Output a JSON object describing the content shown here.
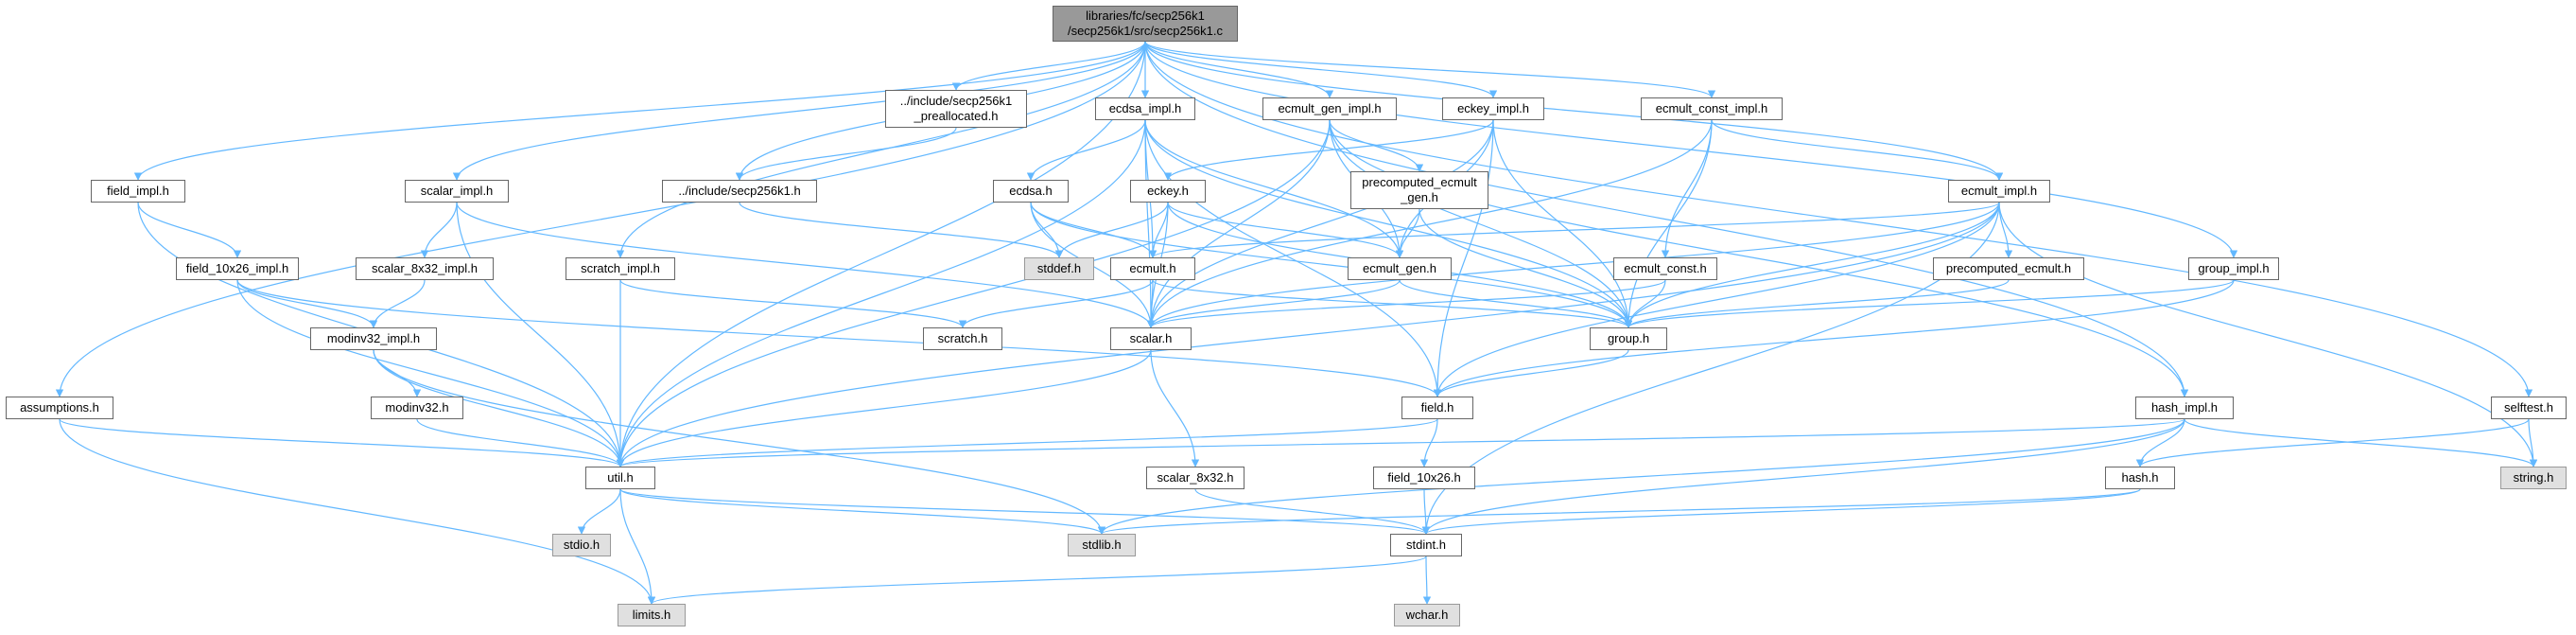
{
  "colors": {
    "edge": "#63b8ff",
    "root_fill": "#999999",
    "system_fill": "#e0e0e0",
    "node_fill": "#ffffff",
    "border": "#666666"
  },
  "nodes": {
    "root": {
      "lines": [
        "libraries/fc/secp256k1",
        "/secp256k1/src/secp256k1.c"
      ]
    },
    "assumptions_h": {
      "lines": [
        "assumptions.h"
      ]
    },
    "field_impl_h": {
      "lines": [
        "field_impl.h"
      ]
    },
    "field_10x26_impl_h": {
      "lines": [
        "field_10x26_impl.h"
      ]
    },
    "scalar_impl_h": {
      "lines": [
        "scalar_impl.h"
      ]
    },
    "scalar_8x32_impl_h": {
      "lines": [
        "scalar_8x32_impl.h"
      ]
    },
    "modinv32_impl_h": {
      "lines": [
        "modinv32_impl.h"
      ]
    },
    "modinv32_h": {
      "lines": [
        "modinv32.h"
      ]
    },
    "scratch_impl_h": {
      "lines": [
        "scratch_impl.h"
      ]
    },
    "include_secp256k1_h": {
      "lines": [
        "../include/secp256k1.h"
      ]
    },
    "include_prealloc_h": {
      "lines": [
        "../include/secp256k1",
        "_preallocated.h"
      ]
    },
    "ecdsa_impl_h": {
      "lines": [
        "ecdsa_impl.h"
      ]
    },
    "ecdsa_h": {
      "lines": [
        "ecdsa.h"
      ]
    },
    "stddef_h": {
      "lines": [
        "stddef.h"
      ]
    },
    "ecmult_gen_impl_h": {
      "lines": [
        "ecmult_gen_impl.h"
      ]
    },
    "precomputed_ecmult_gen_h": {
      "lines": [
        "precomputed_ecmult",
        "_gen.h"
      ]
    },
    "eckey_impl_h": {
      "lines": [
        "eckey_impl.h"
      ]
    },
    "eckey_h": {
      "lines": [
        "eckey.h"
      ]
    },
    "ecmult_h": {
      "lines": [
        "ecmult.h"
      ]
    },
    "ecmult_gen_h": {
      "lines": [
        "ecmult_gen.h"
      ]
    },
    "scratch_h": {
      "lines": [
        "scratch.h"
      ]
    },
    "scalar_h": {
      "lines": [
        "scalar.h"
      ]
    },
    "group_h": {
      "lines": [
        "group.h"
      ]
    },
    "ecmult_const_impl_h": {
      "lines": [
        "ecmult_const_impl.h"
      ]
    },
    "ecmult_const_h": {
      "lines": [
        "ecmult_const.h"
      ]
    },
    "ecmult_impl_h": {
      "lines": [
        "ecmult_impl.h"
      ]
    },
    "precomputed_ecmult_h": {
      "lines": [
        "precomputed_ecmult.h"
      ]
    },
    "group_impl_h": {
      "lines": [
        "group_impl.h"
      ]
    },
    "field_h": {
      "lines": [
        "field.h"
      ]
    },
    "field_10x26_h": {
      "lines": [
        "field_10x26.h"
      ]
    },
    "scalar_8x32_h": {
      "lines": [
        "scalar_8x32.h"
      ]
    },
    "util_h": {
      "lines": [
        "util.h"
      ]
    },
    "stdio_h": {
      "lines": [
        "stdio.h"
      ]
    },
    "stdlib_h": {
      "lines": [
        "stdlib.h"
      ]
    },
    "limits_h": {
      "lines": [
        "limits.h"
      ]
    },
    "stdint_h": {
      "lines": [
        "stdint.h"
      ]
    },
    "wchar_h": {
      "lines": [
        "wchar.h"
      ]
    },
    "hash_impl_h": {
      "lines": [
        "hash_impl.h"
      ]
    },
    "hash_h": {
      "lines": [
        "hash.h"
      ]
    },
    "selftest_h": {
      "lines": [
        "selftest.h"
      ]
    },
    "string_h": {
      "lines": [
        "string.h"
      ]
    }
  }
}
